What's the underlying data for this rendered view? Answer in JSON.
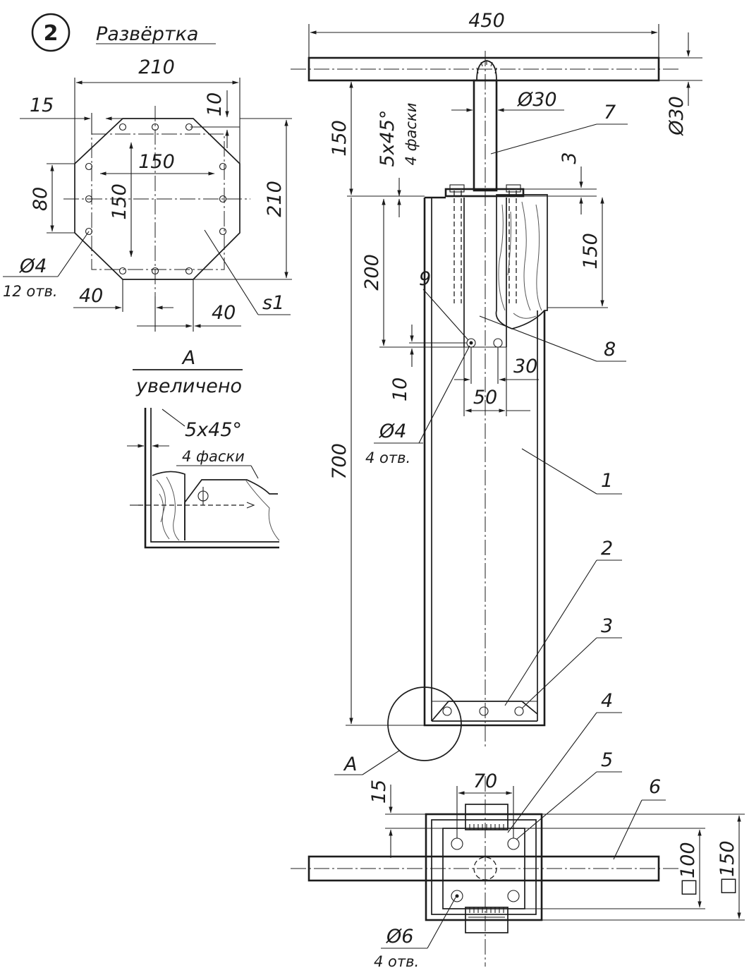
{
  "figure": {
    "number": "2",
    "development_title": "Развёртка"
  },
  "development_dims": {
    "width_total": "210",
    "height_total": "210",
    "edge_offset": "15",
    "hole_edge": "10",
    "hole_spacing_h": "150",
    "hole_spacing_v": "150",
    "side_80": "80",
    "hole_dia": "Ø4",
    "hole_count": "12 отв.",
    "cut_40_left": "40",
    "cut_40_right": "40",
    "thickness": "s1"
  },
  "detail_a": {
    "title": "A",
    "subtitle": "увеличено",
    "chamfer": "5x45°",
    "chamfer_count": "4 фаски"
  },
  "main_dims": {
    "handle_length": "450",
    "handle_dia": "Ø30",
    "handle_dia_side": "Ø30",
    "rod_height": "150",
    "chamfer": "5x45°",
    "chamfer_count": "4 фаски",
    "gap": "3",
    "wood_height": "150",
    "plate_height": "200",
    "body_height": "700",
    "hole_offset": "10",
    "hole_spacing": "30",
    "plate_width": "50",
    "hole_dia": "Ø4",
    "hole_count": "4 отв.",
    "detail_ref": "A"
  },
  "bottom_view_dims": {
    "edge_offset": "15",
    "plate_width": "70",
    "inner_square": "□100",
    "outer_square": "□150",
    "hole_dia": "Ø6",
    "hole_count": "4 отв."
  },
  "part_numbers": {
    "p1": "1",
    "p2": "2",
    "p3": "3",
    "p4": "4",
    "p5": "5",
    "p6": "6",
    "p7": "7",
    "p8": "8",
    "p9": "9"
  },
  "colors": {
    "ink": "#1c1c1c",
    "paper": "#ffffff"
  }
}
